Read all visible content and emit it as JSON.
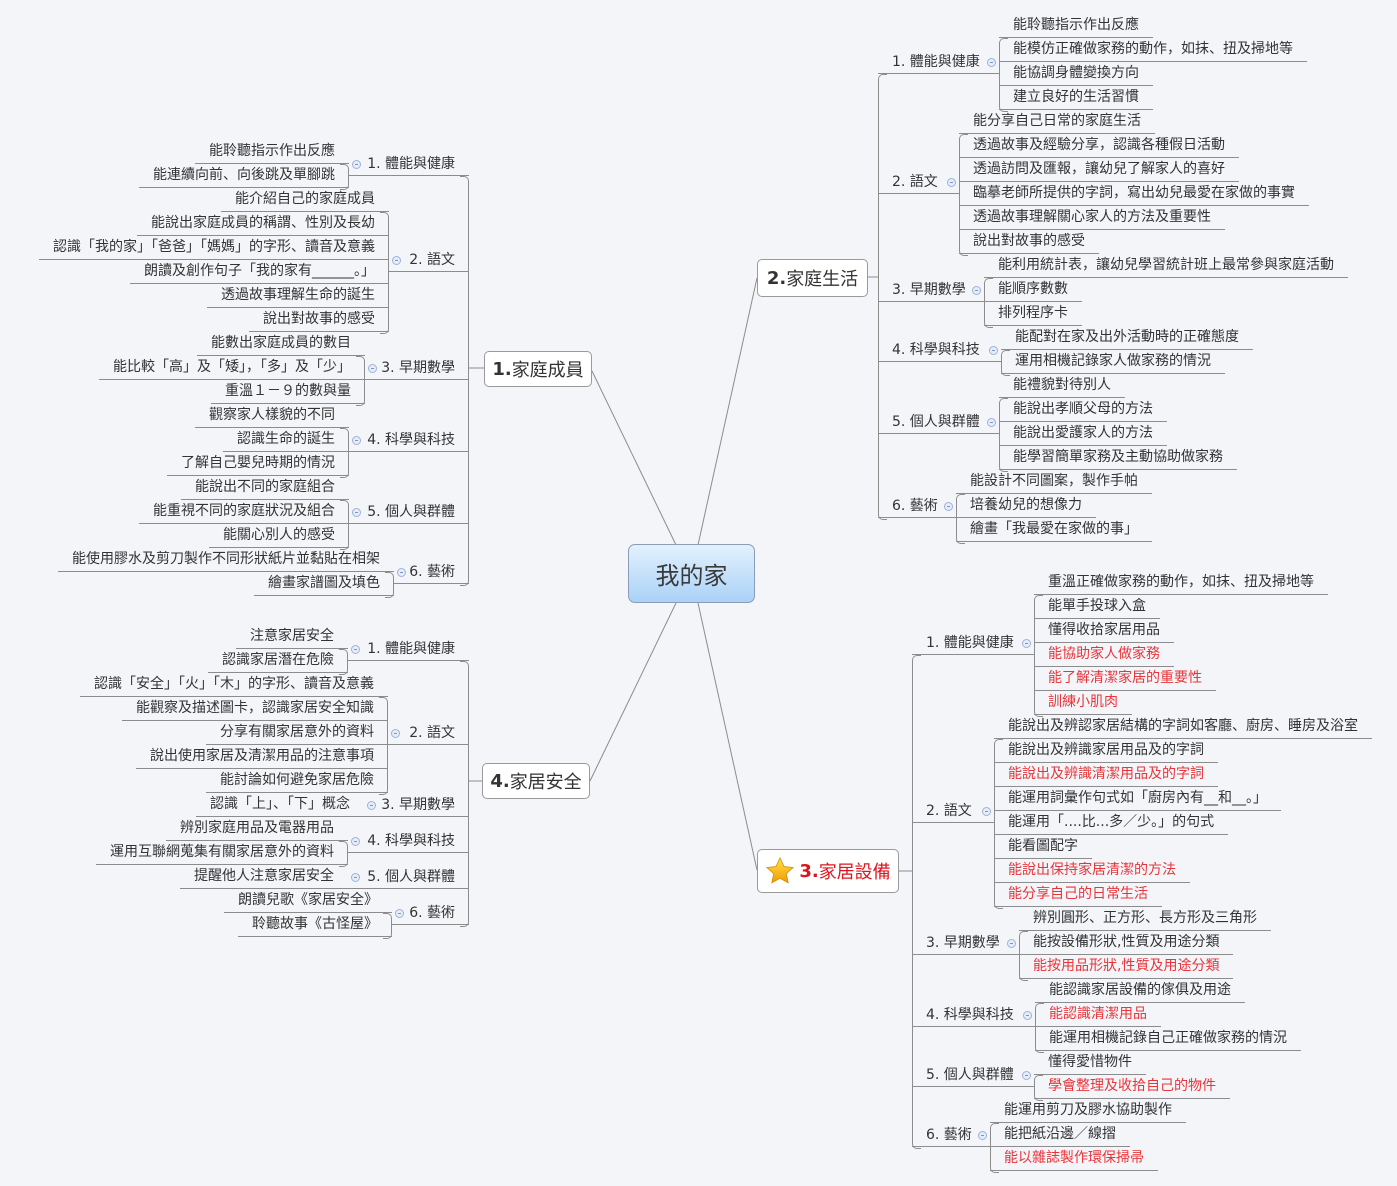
{
  "root": "我的家",
  "colors": {
    "highlight": "#e8353a",
    "branch_highlight": "#e0141e",
    "line": "#8c8c8c",
    "root_fill": "#a9d2f7"
  },
  "branches": [
    {
      "id": "b1",
      "num": "1.",
      "label": "家庭成員",
      "categories": [
        {
          "label": "1. 體能與健康",
          "items": [
            {
              "text": "能聆聽指示作出反應"
            },
            {
              "text": "能連續向前、向後跳及單腳跳"
            }
          ]
        },
        {
          "label": "2. 語文",
          "items": [
            {
              "text": "能介紹自己的家庭成員"
            },
            {
              "text": "能說出家庭成員的稱謂、性別及長幼"
            },
            {
              "text": "認識「我的家」「爸爸」「媽媽」的字形、讀音及意義"
            },
            {
              "text": "朗讀及創作句子「我的家有______。」"
            },
            {
              "text": "透過故事理解生命的誕生"
            },
            {
              "text": "說出對故事的感受"
            }
          ]
        },
        {
          "label": "3. 早期數學",
          "items": [
            {
              "text": "能數出家庭成員的數目"
            },
            {
              "text": "能比較「高」及「矮」，「多」及「少」"
            },
            {
              "text": "重溫１－９的數與量"
            }
          ]
        },
        {
          "label": "4. 科學與科技",
          "items": [
            {
              "text": "觀察家人樣貌的不同"
            },
            {
              "text": "認識生命的誕生"
            },
            {
              "text": "了解自己嬰兒時期的情況"
            }
          ]
        },
        {
          "label": "5. 個人與群體",
          "items": [
            {
              "text": "能說出不同的家庭組合"
            },
            {
              "text": "能重視不同的家庭狀況及組合"
            },
            {
              "text": "能關心別人的感受"
            }
          ]
        },
        {
          "label": "6. 藝術",
          "items": [
            {
              "text": "能使用膠水及剪刀製作不同形狀紙片並黏貼在相架"
            },
            {
              "text": "繪畫家譜圖及填色"
            }
          ]
        }
      ]
    },
    {
      "id": "b2",
      "num": "2.",
      "label": "家庭生活",
      "categories": [
        {
          "label": "1. 體能與健康",
          "items": [
            {
              "text": "能聆聽指示作出反應"
            },
            {
              "text": "能模仿正確做家務的動作，如抹、扭及掃地等"
            },
            {
              "text": "能協調身體變換方向"
            },
            {
              "text": "建立良好的生活習慣"
            }
          ]
        },
        {
          "label": "2. 語文",
          "items": [
            {
              "text": "能分享自己日常的家庭生活"
            },
            {
              "text": "透過故事及經驗分享，認識各種假日活動"
            },
            {
              "text": "透過訪問及匯報，讓幼兒了解家人的喜好"
            },
            {
              "text": "臨摹老師所提供的字詞，寫出幼兒最愛在家做的事實"
            },
            {
              "text": "透過故事理解關心家人的方法及重要性"
            },
            {
              "text": "說出對故事的感受"
            }
          ]
        },
        {
          "label": "3. 早期數學",
          "items": [
            {
              "text": "能利用統計表，讓幼兒學習統計班上最常參與家庭活動"
            },
            {
              "text": "能順序數數"
            },
            {
              "text": "排列程序卡"
            }
          ]
        },
        {
          "label": "4. 科學與科技",
          "items": [
            {
              "text": "能配對在家及出外活動時的正確態度"
            },
            {
              "text": "運用相機記錄家人做家務的情況"
            }
          ]
        },
        {
          "label": "5. 個人與群體",
          "items": [
            {
              "text": "能禮貌對待別人"
            },
            {
              "text": "能說出孝順父母的方法"
            },
            {
              "text": "能說出愛護家人的方法"
            },
            {
              "text": "能學習簡單家務及主動協助做家務"
            }
          ]
        },
        {
          "label": "6. 藝術",
          "items": [
            {
              "text": "能設計不同圖案，製作手帕"
            },
            {
              "text": "培養幼兒的想像力"
            },
            {
              "text": "繪畫「我最愛在家做的事」"
            }
          ]
        }
      ]
    },
    {
      "id": "b3",
      "num": "3.",
      "label": "家居設備",
      "starred": true,
      "categories": [
        {
          "label": "1. 體能與健康",
          "items": [
            {
              "text": "重溫正確做家務的動作，如抹、扭及掃地等"
            },
            {
              "text": "能單手投球入盒"
            },
            {
              "text": "懂得收拾家居用品"
            },
            {
              "text": "能協助家人做家務",
              "red": true
            },
            {
              "text": "能了解清潔家居的重要性",
              "red": true
            },
            {
              "text": "訓練小肌肉",
              "red": true
            }
          ]
        },
        {
          "label": "2. 語文",
          "items": [
            {
              "text": "能說出及辨認家居結構的字詞如客廳、廚房、睡房及浴室"
            },
            {
              "text": "能說出及辨識家居用品及的字詞"
            },
            {
              "text": "能說出及辨識清潔用品及的字詞",
              "red": true
            },
            {
              "text": "能運用詞彙作句式如「廚房內有__和__。」"
            },
            {
              "text": "能運用「....比...多／少。」的句式"
            },
            {
              "text": "能看圖配字"
            },
            {
              "text": "能說出保持家居清潔的方法",
              "red": true
            },
            {
              "text": "能分享自己的日常生活",
              "red": true
            }
          ]
        },
        {
          "label": "3. 早期數學",
          "items": [
            {
              "text": "辨別圓形、正方形、長方形及三角形"
            },
            {
              "text": "能按設備形狀,性質及用途分類"
            },
            {
              "text": "能按用品形狀,性質及用途分類",
              "red": true
            }
          ]
        },
        {
          "label": "4. 科學與科技",
          "items": [
            {
              "text": "能認識家居設備的傢俱及用途"
            },
            {
              "text": "能認識清潔用品",
              "red": true
            },
            {
              "text": "能運用相機記錄自己正確做家務的情況"
            }
          ]
        },
        {
          "label": "5. 個人與群體",
          "items": [
            {
              "text": "懂得愛惜物件"
            },
            {
              "text": "學會整理及收拾自己的物件",
              "red": true
            }
          ]
        },
        {
          "label": "6. 藝術",
          "items": [
            {
              "text": "能運用剪刀及膠水協助製作"
            },
            {
              "text": "能把紙沿邊／線摺"
            },
            {
              "text": "能以雜誌製作環保掃帚",
              "red": true
            }
          ]
        }
      ]
    },
    {
      "id": "b4",
      "num": "4.",
      "label": "家居安全",
      "categories": [
        {
          "label": "1. 體能與健康",
          "items": [
            {
              "text": "注意家居安全"
            },
            {
              "text": "認識家居潛在危險"
            }
          ]
        },
        {
          "label": "2. 語文",
          "items": [
            {
              "text": "認識「安全」「火」「木」的字形、讀音及意義"
            },
            {
              "text": "能觀察及描述圖卡，認識家居安全知識"
            },
            {
              "text": "分享有關家居意外的資料"
            },
            {
              "text": "說出使用家居及清潔用品的注意事項"
            },
            {
              "text": "能討論如何避免家居危險"
            }
          ]
        },
        {
          "label": "3. 早期數學",
          "items": [
            {
              "text": "認識「上」、「下」概念"
            }
          ]
        },
        {
          "label": "4. 科學與科技",
          "items": [
            {
              "text": "辨別家庭用品及電器用品"
            },
            {
              "text": "運用互聯網蒐集有關家居意外的資料"
            }
          ]
        },
        {
          "label": "5. 個人與群體",
          "items": [
            {
              "text": "提醒他人注意家居安全"
            }
          ]
        },
        {
          "label": "6. 藝術",
          "items": [
            {
              "text": "朗讀兒歌《家居安全》"
            },
            {
              "text": "聆聽故事《古怪屋》"
            }
          ]
        }
      ]
    }
  ]
}
